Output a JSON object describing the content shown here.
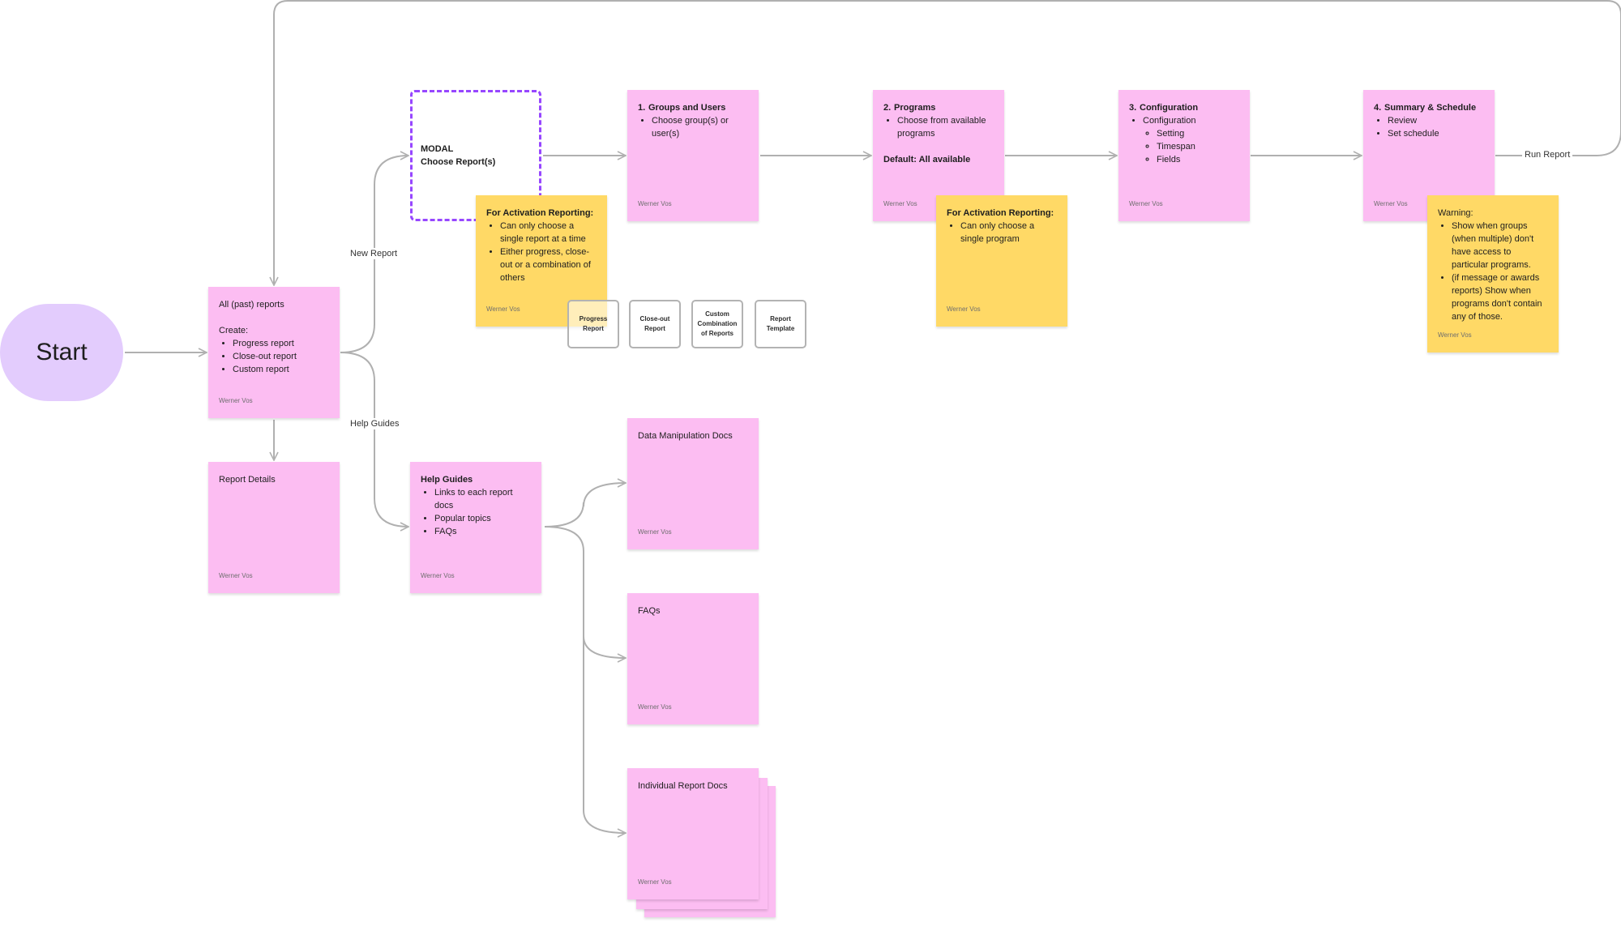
{
  "start": {
    "label": "Start"
  },
  "edge_labels": {
    "new_report": "New Report",
    "help_guides": "Help Guides",
    "run_report": "Run Report"
  },
  "modal": {
    "line1": "MODAL",
    "line2": "Choose Report(s)"
  },
  "all_reports": {
    "title": "All (past) reports",
    "create_label": "Create:",
    "items": [
      "Progress report",
      "Close-out report",
      "Custom report"
    ],
    "author": "Werner Vos"
  },
  "report_details": {
    "title": "Report Details",
    "author": "Werner Vos"
  },
  "help_guides_note": {
    "title": "Help Guides",
    "items": [
      "Links to each report docs",
      "Popular topics",
      "FAQs"
    ],
    "author": "Werner Vos"
  },
  "step1": {
    "number": "1.",
    "title": "Groups and Users",
    "items": [
      "Choose group(s) or user(s)"
    ],
    "author": "Werner Vos"
  },
  "step2": {
    "number": "2.",
    "title": "Programs",
    "items": [
      "Choose from available programs"
    ],
    "default_text": "Default: All available",
    "author": "Werner Vos"
  },
  "step3": {
    "number": "3.",
    "title": "Configuration",
    "items": [
      "Configuration"
    ],
    "subitems": [
      "Setting",
      "Timespan",
      "Fields"
    ],
    "author": "Werner Vos"
  },
  "step4": {
    "number": "4.",
    "title": "Summary & Schedule",
    "items": [
      "Review",
      "Set schedule"
    ],
    "author": "Werner Vos"
  },
  "activation_note_1": {
    "title": "For Activation Reporting:",
    "items": [
      "Can only choose a single report at a time",
      "Either progress, close-out or a combination of others"
    ],
    "author": "Werner Vos"
  },
  "activation_note_2": {
    "title": "For Activation Reporting:",
    "items": [
      "Can only choose a single program"
    ],
    "author": "Werner Vos"
  },
  "warning_note": {
    "title": "Warning:",
    "items": [
      "Show when groups (when multiple) don't have access to particular programs.",
      "(if message or awards reports) Show when programs don't contain any of those."
    ],
    "author": "Werner Vos"
  },
  "report_chips": [
    "Progress Report",
    "Close-out Report",
    "Custom Combination of Reports",
    "Report Template"
  ],
  "docs": {
    "data_manipulation": {
      "title": "Data Manipulation Docs",
      "author": "Werner Vos"
    },
    "faqs": {
      "title": "FAQs",
      "author": "Werner Vos"
    },
    "individual_report": {
      "title": "Individual Report Docs",
      "author": "Werner Vos"
    }
  },
  "colors": {
    "pink_sticky": "#fcbdf2",
    "yellow_sticky": "#ffd966",
    "start_shape": "#e3ccfd",
    "modal_border": "#9747ff",
    "connector": "#b3b3b3"
  }
}
